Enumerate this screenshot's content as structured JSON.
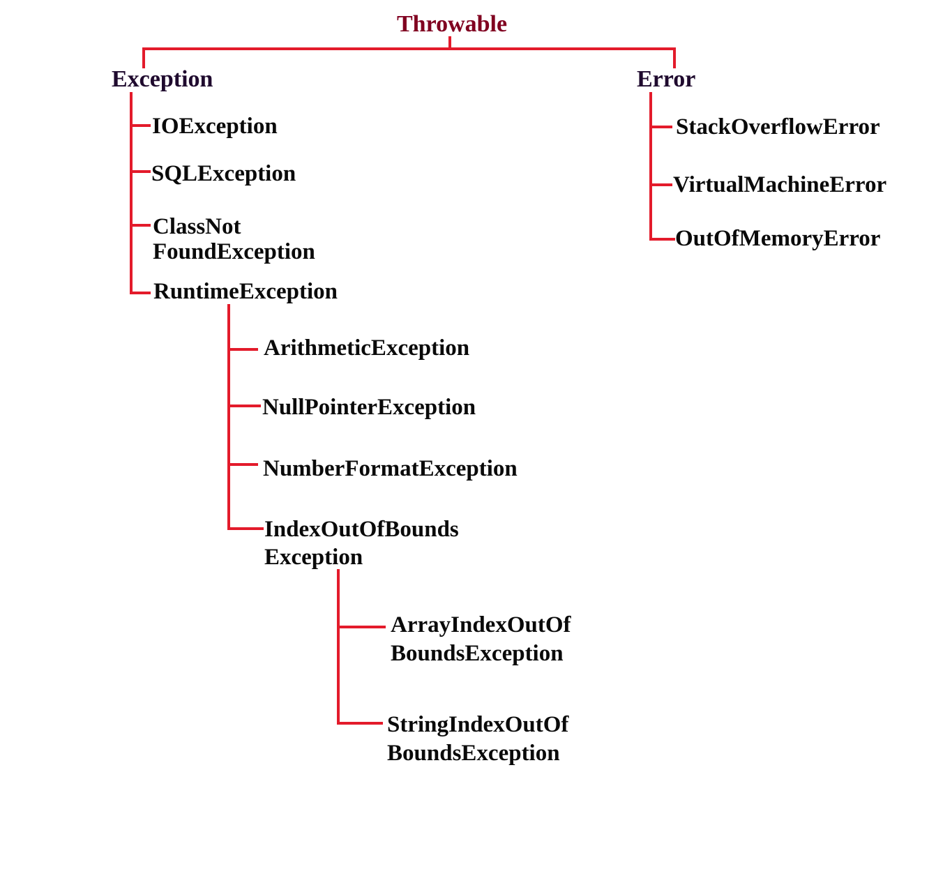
{
  "diagram": {
    "root": "Throwable",
    "exception": {
      "label": "Exception",
      "children": {
        "io": "IOException",
        "sql": "SQLException",
        "class_not_found": [
          "ClassNot",
          "FoundException"
        ],
        "runtime": "RuntimeException"
      }
    },
    "runtime_children": {
      "arithmetic": "ArithmeticException",
      "null_pointer": "NullPointerException",
      "number_format": "NumberFormatException",
      "index_out_of_bounds": [
        "IndexOutOfBounds",
        "Exception"
      ]
    },
    "index_children": {
      "array": [
        "ArrayIndexOutOf",
        "BoundsException"
      ],
      "string": [
        "StringIndexOutOf",
        "BoundsException"
      ]
    },
    "error": {
      "label": "Error",
      "children": {
        "stack_overflow": "StackOverflowError",
        "virtual_machine": "VirtualMachineError",
        "out_of_memory": "OutOfMemoryError"
      }
    }
  },
  "colors": {
    "connector": "#e31b2b",
    "root_text": "#800020",
    "branch_text": "#1f0a2e",
    "node_text": "#0a0a0a"
  }
}
